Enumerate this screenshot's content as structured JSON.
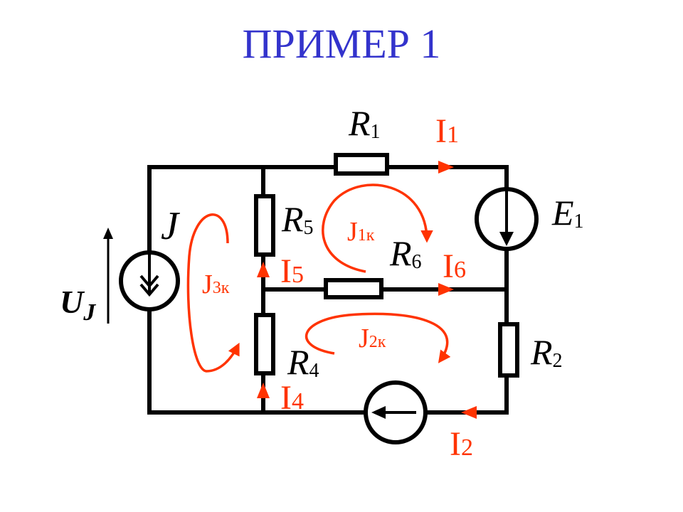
{
  "title": "ПРИМЕР 1",
  "elements": {
    "R1": {
      "sym": "R",
      "sub": "1"
    },
    "R2": {
      "sym": "R",
      "sub": "2"
    },
    "R4": {
      "sym": "R",
      "sub": "4"
    },
    "R5": {
      "sym": "R",
      "sub": "5"
    },
    "R6": {
      "sym": "R",
      "sub": "6"
    },
    "E1": {
      "sym": "E",
      "sub": "1"
    },
    "J": {
      "sym": "J"
    },
    "UJ": {
      "sym": "U",
      "sub": "J"
    }
  },
  "currents": {
    "I1": {
      "sym": "I",
      "sub": "1"
    },
    "I2": {
      "sym": "I",
      "sub": "2"
    },
    "I4": {
      "sym": "I",
      "sub": "4"
    },
    "I5": {
      "sym": "I",
      "sub": "5"
    },
    "I6": {
      "sym": "I",
      "sub": "6"
    }
  },
  "loops": {
    "J1k": {
      "sym": "J",
      "sub": "1к"
    },
    "J2k": {
      "sym": "J",
      "sub": "2к"
    },
    "J3k": {
      "sym": "J",
      "sub": "3к"
    }
  },
  "colors": {
    "title": "#3333cc",
    "currents": "#ff3300",
    "wires": "#000000"
  }
}
